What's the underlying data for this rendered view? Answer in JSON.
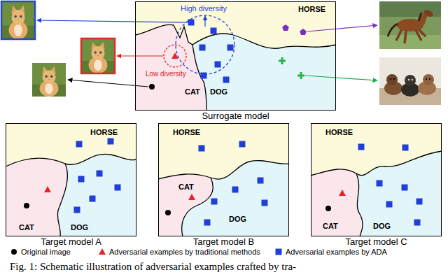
{
  "diagram": {
    "caption": "Fig. 1: Schematic illustration of adversarial examples crafted by tra-",
    "nodes": [
      {
        "text": [
          "Surrogate model"
        ]
      },
      {
        "text": [
          "Target model A"
        ]
      },
      {
        "text": [
          "Target model B"
        ]
      },
      {
        "text": [
          "Target model C"
        ]
      }
    ],
    "labels": [
      "High diversity",
      "Low diversity",
      "HORSE",
      "CAT",
      "DOG",
      "HORSE",
      "CAT",
      "DOG",
      "HORSE",
      "CAT",
      "DOG",
      "HORSE",
      "CAT",
      "DOG"
    ],
    "legend": [
      {
        "text": "Original image"
      },
      {
        "text": "Adversarial examples by traditional methods"
      },
      {
        "text": "Adversarial examples by ADA"
      }
    ]
  }
}
